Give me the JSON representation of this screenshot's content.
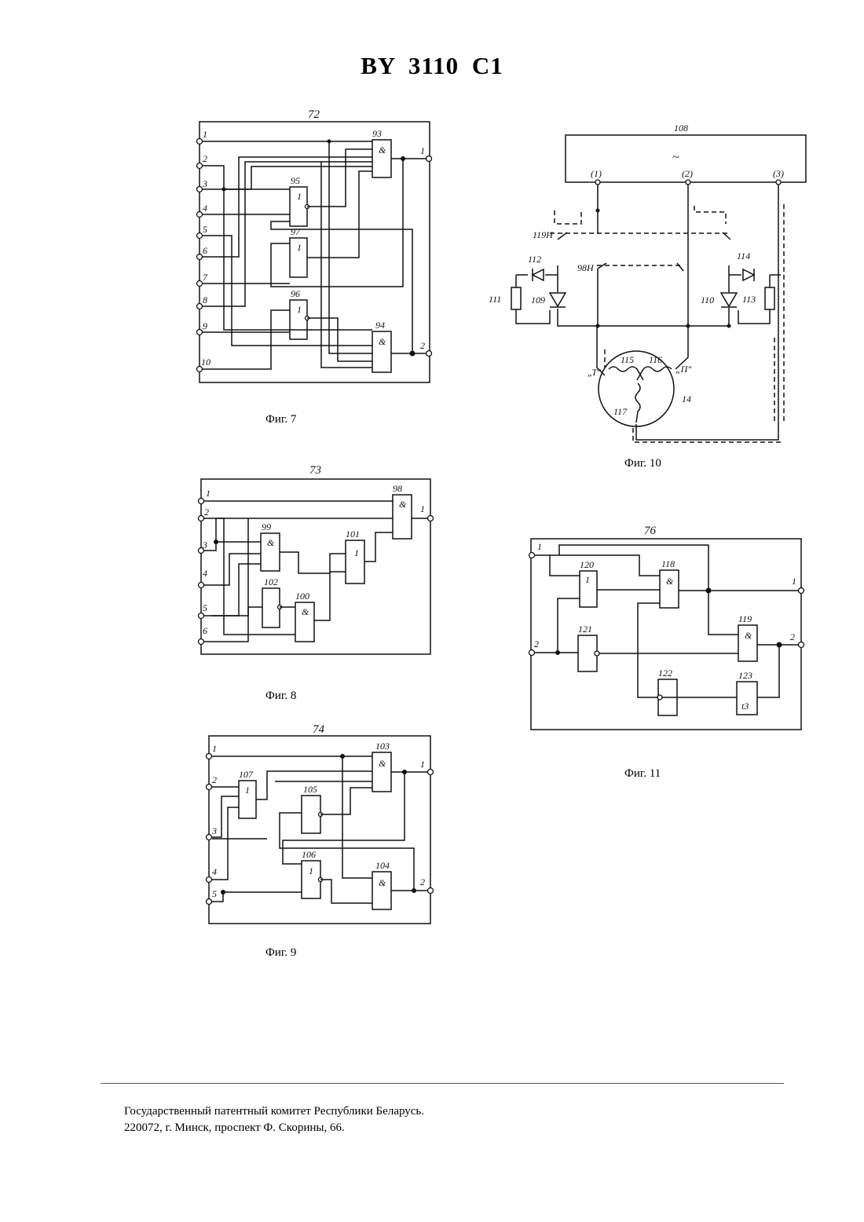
{
  "header": {
    "patent_number": "BY 3110 C1"
  },
  "figures": [
    {
      "caption": "Фиг. 7",
      "block": "72",
      "inputs": [
        "1",
        "2",
        "3",
        "4",
        "5",
        "6",
        "7",
        "8",
        "9",
        "10"
      ],
      "outputs": [
        "1",
        "2"
      ],
      "gates": [
        {
          "id": "93",
          "symbol": "&"
        },
        {
          "id": "95",
          "symbol": "1"
        },
        {
          "id": "97",
          "symbol": "1"
        },
        {
          "id": "96",
          "symbol": "1"
        },
        {
          "id": "94",
          "symbol": "&"
        }
      ]
    },
    {
      "caption": "Фиг. 8",
      "block": "73",
      "inputs": [
        "1",
        "2",
        "3",
        "4",
        "5",
        "6"
      ],
      "outputs": [
        "1"
      ],
      "gates": [
        {
          "id": "98",
          "symbol": "&"
        },
        {
          "id": "99",
          "symbol": "&"
        },
        {
          "id": "101",
          "symbol": "1"
        },
        {
          "id": "102",
          "symbol": ""
        },
        {
          "id": "100",
          "symbol": "&"
        }
      ]
    },
    {
      "caption": "Фиг. 9",
      "block": "74",
      "inputs": [
        "1",
        "2",
        "3",
        "4",
        "5"
      ],
      "outputs": [
        "1",
        "2"
      ],
      "gates": [
        {
          "id": "103",
          "symbol": "&"
        },
        {
          "id": "107",
          "symbol": "1"
        },
        {
          "id": "105",
          "symbol": ""
        },
        {
          "id": "106",
          "symbol": "1"
        },
        {
          "id": "104",
          "symbol": "&"
        }
      ]
    },
    {
      "caption": "Фиг. 10",
      "source": {
        "id": "108",
        "symbol": "~",
        "terminals": [
          "(1)",
          "(2)",
          "(3)"
        ]
      },
      "labels": {
        "switch_a": "119H",
        "switch_b": "98H",
        "diode_left": "112",
        "diode_right": "114",
        "resistor_left": "111",
        "resistor_right": "113",
        "thyristor_left": "109",
        "thyristor_right": "110",
        "winding_a": "115",
        "winding_b": "116",
        "winding_c": "117",
        "motor": "14",
        "lead_t": "„Т\"",
        "lead_p": "„П\""
      }
    },
    {
      "caption": "Фиг. 11",
      "block": "76",
      "inputs": [
        "1",
        "2"
      ],
      "outputs": [
        "1",
        "2"
      ],
      "gates": [
        {
          "id": "120",
          "symbol": "1"
        },
        {
          "id": "118",
          "symbol": "&"
        },
        {
          "id": "121",
          "symbol": ""
        },
        {
          "id": "119",
          "symbol": "&"
        },
        {
          "id": "122",
          "symbol": ""
        },
        {
          "id": "123",
          "symbol": "t3"
        }
      ]
    }
  ],
  "footer": {
    "line1": "Государственный патентный комитет Республики Беларусь.",
    "line2": "220072, г. Минск, проспект Ф. Скорины, 66."
  }
}
